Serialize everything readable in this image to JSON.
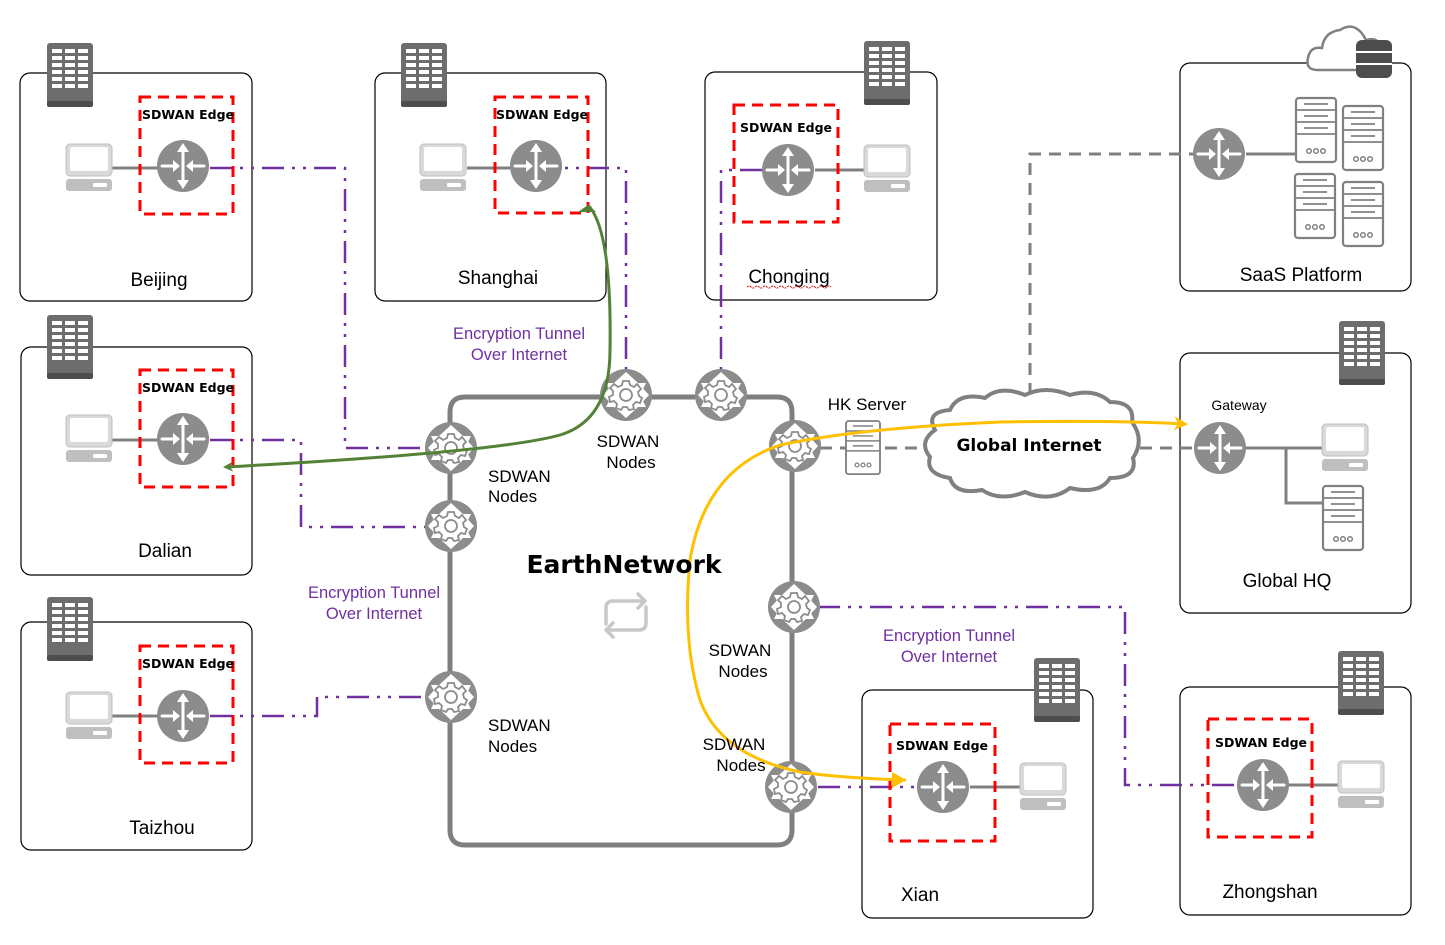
{
  "diagram": {
    "title": "EarthNetwork",
    "core_icon": "sync-arrows-icon",
    "edge_label": "SDWAN Edge",
    "node_label_line1": "SDWAN",
    "node_label_line2": "Nodes",
    "tunnel_label_line1": "Encryption Tunnel",
    "tunnel_label_line2": "Over Internet",
    "colors": {
      "tunnel": "#7030a0",
      "edge_box": "#ff0000",
      "green_path": "#538135",
      "yellow_path": "#ffc000",
      "device": "#8c8c8c"
    },
    "sites": [
      {
        "name": "Beijing"
      },
      {
        "name": "Shanghai"
      },
      {
        "name": "Chonging"
      },
      {
        "name": "Dalian"
      },
      {
        "name": "Taizhou"
      },
      {
        "name": "Xian"
      },
      {
        "name": "Zhongshan"
      },
      {
        "name": "SaaS Platform"
      },
      {
        "name": "Global HQ"
      }
    ],
    "hk_server": "HK Server",
    "global_internet": "Global Internet",
    "gateway": "Gateway"
  }
}
